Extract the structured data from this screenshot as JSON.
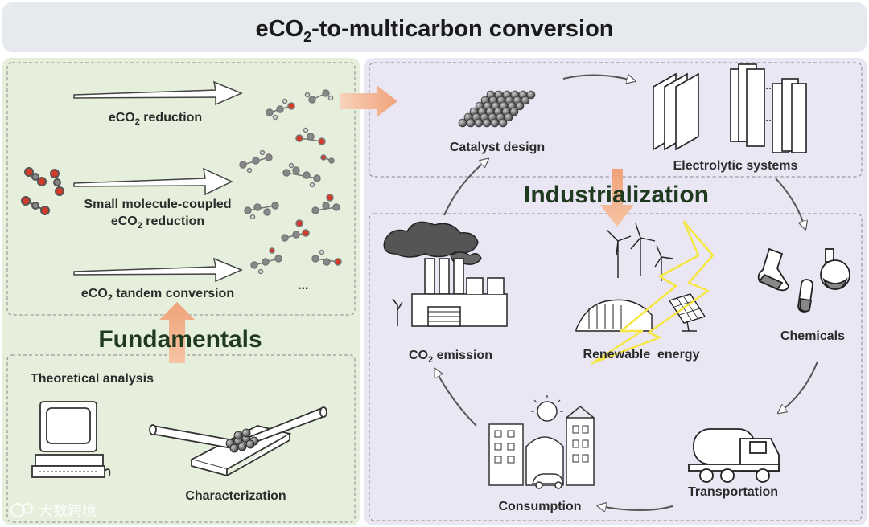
{
  "title": {
    "pre": "eCO",
    "sub": "2",
    "post": "-to-multicarbon conversion"
  },
  "fundamentals": {
    "heading": "Fundamentals",
    "routes": [
      {
        "pre": "eCO",
        "sub": "2",
        "post": " reduction"
      },
      {
        "line1": "Small molecule-coupled",
        "pre": "eCO",
        "sub": "2",
        "post": " reduction"
      },
      {
        "pre": "eCO",
        "sub": "2",
        "post": " tandem conversion"
      }
    ],
    "ellipsis": "...",
    "theoretical_analysis": "Theoretical analysis",
    "characterization": "Characterization"
  },
  "industrialization": {
    "heading": "Industrialization",
    "catalyst_design": "Catalyst design",
    "electrolytic_systems": "Electrolytic systems",
    "chemicals": "Chemicals",
    "transportation": "Transportation",
    "consumption": "Consumption",
    "co2_emission": {
      "pre": "CO",
      "sub": "2",
      "post": " emission"
    },
    "renewable_energy": "Renewable  energy"
  },
  "watermark": "大数跨境",
  "colors": {
    "title_band": "#e6e9ee",
    "left_panel": "#e5efdc",
    "right_panel": "#eae6f4",
    "orange_arrow": "#f2b08a",
    "lightning": "#f5e642",
    "molecule_red": "#d43a2a",
    "molecule_grey": "#888888"
  }
}
